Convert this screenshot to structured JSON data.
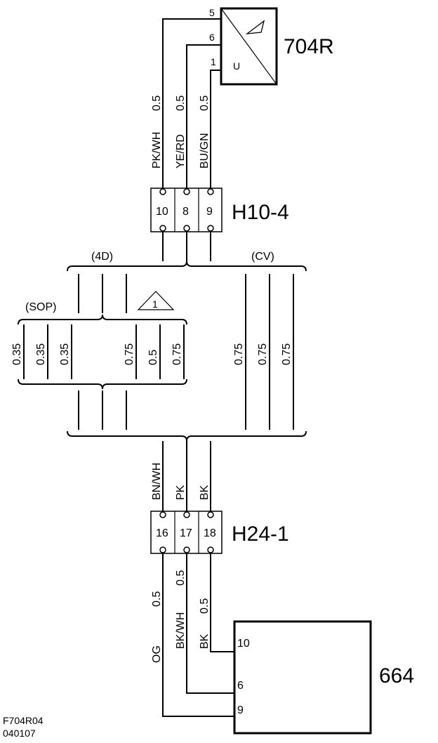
{
  "component_704r": {
    "label": "704R",
    "pin5": "5",
    "pin6": "6",
    "pin1": "1",
    "u": "U"
  },
  "top_wires": [
    {
      "color": "PK/WH",
      "size": "0.5"
    },
    {
      "color": "YE/RD",
      "size": "0.5"
    },
    {
      "color": "BU/GN",
      "size": "0.5"
    }
  ],
  "connector_h10": {
    "label": "H10-4",
    "pins": [
      "10",
      "8",
      "9"
    ]
  },
  "variants": {
    "d4": "(4D)",
    "cv": "(CV)",
    "sop": "(SOP)",
    "note": "1"
  },
  "mid_sizes": [
    "0.35",
    "0.35",
    "0.35",
    "0.75",
    "0.5",
    "0.75",
    "0.75",
    "0.75",
    "0.75"
  ],
  "mid_wires": [
    "BN/WH",
    "PK",
    "BK"
  ],
  "connector_h24": {
    "label": "H24-1",
    "pins": [
      "16",
      "17",
      "18"
    ]
  },
  "bottom_wires": [
    {
      "color": "OG",
      "size": "0.5"
    },
    {
      "color": "BK/WH",
      "size": "0.5"
    },
    {
      "color": "BK",
      "size": "0.5"
    }
  ],
  "component_664": {
    "label": "664",
    "pin10": "10",
    "pin6": "6",
    "pin9": "9"
  },
  "footer": {
    "code": "F704R04",
    "date": "040107"
  }
}
